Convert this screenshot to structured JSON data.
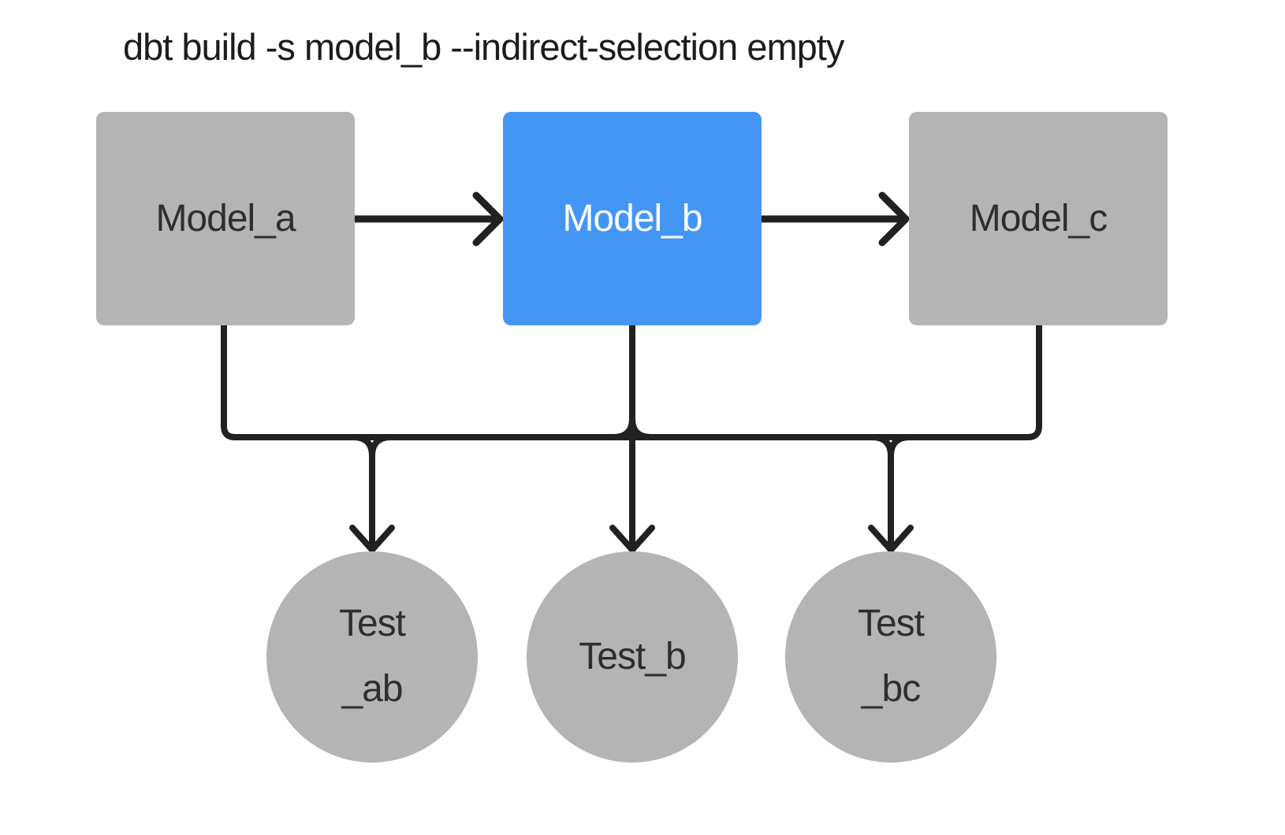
{
  "title": "dbt build -s model_b --indirect-selection empty",
  "colors": {
    "background": "#ffffff",
    "node_gray": "#b4b4b4",
    "selected_node_blue": "#4496f4",
    "edge_black": "#212121",
    "node_text_dark": "#2e2e2e",
    "selected_node_text": "#ffffff",
    "title_text": "#1c1c1c"
  },
  "nodes": {
    "model_a": {
      "label": "Model_a",
      "type": "model",
      "state": "not-selected"
    },
    "model_b": {
      "label": "Model_b",
      "type": "model",
      "state": "selected"
    },
    "model_c": {
      "label": "Model_c",
      "type": "model",
      "state": "not-selected"
    },
    "test_ab": {
      "line1": "Test",
      "line2": "_ab",
      "type": "test"
    },
    "test_b": {
      "line1": "Test_b",
      "line2": "",
      "type": "test"
    },
    "test_bc": {
      "line1": "Test",
      "line2": "_bc",
      "type": "test"
    }
  },
  "edges": {
    "model_flow": [
      "model_a → model_b",
      "model_b → model_c"
    ],
    "test_fanout": "model_a, model_b, model_c merge into a shared trunk that fans out to test_ab, test_b, test_bc"
  }
}
